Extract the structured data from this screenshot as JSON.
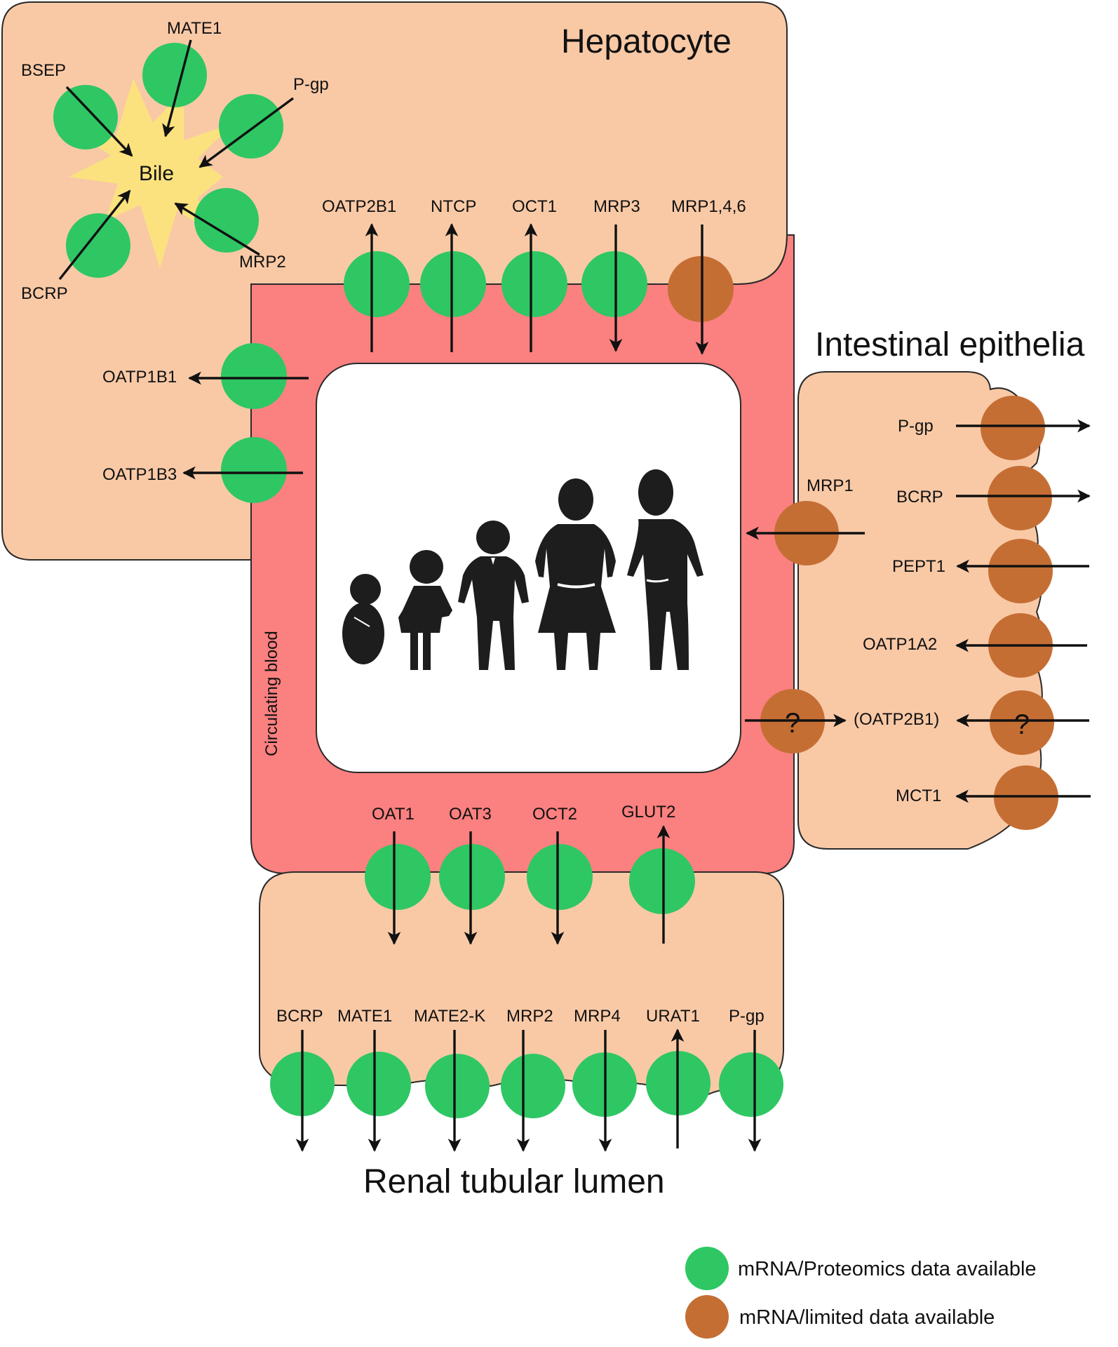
{
  "colors": {
    "cell_fill": "#f9c9a6",
    "blood_fill": "#fb8080",
    "bile_fill": "#fbe27f",
    "data_available": "#2ec764",
    "limited_data": "#c56e34",
    "outline": "#2a2a2a"
  },
  "regions": {
    "hepatocyte": "Hepatocyte",
    "intestinal": "Intestinal epithelia",
    "renal": "Renal tubular lumen",
    "blood": "Circulating blood",
    "bile": "Bile"
  },
  "bile_transporters": [
    {
      "label": "BSEP",
      "status": "data"
    },
    {
      "label": "MATE1",
      "status": "data"
    },
    {
      "label": "P-gp",
      "status": "data"
    },
    {
      "label": "MRP2",
      "status": "data"
    },
    {
      "label": "BCRP",
      "status": "data"
    }
  ],
  "hepatocyte_transporters": [
    {
      "label": "OATP2B1",
      "direction": "into-cell",
      "status": "data"
    },
    {
      "label": "NTCP",
      "direction": "into-cell",
      "status": "data"
    },
    {
      "label": "OCT1",
      "direction": "into-cell",
      "status": "data"
    },
    {
      "label": "MRP3",
      "direction": "into-blood",
      "status": "data"
    },
    {
      "label": "MRP1,4,6",
      "direction": "into-blood",
      "status": "limited"
    },
    {
      "label": "OATP1B1",
      "direction": "into-cell",
      "status": "data"
    },
    {
      "label": "OATP1B3",
      "direction": "into-cell",
      "status": "data"
    }
  ],
  "intestinal_transporters": [
    {
      "label": "MRP1",
      "direction": "into-blood",
      "status": "limited"
    },
    {
      "label": "P-gp",
      "direction": "into-lumen",
      "status": "limited"
    },
    {
      "label": "BCRP",
      "direction": "into-lumen",
      "status": "limited"
    },
    {
      "label": "PEPT1",
      "direction": "into-cell",
      "status": "limited"
    },
    {
      "label": "OATP1A2",
      "direction": "into-cell",
      "status": "limited"
    },
    {
      "label": "(OATP2B1)",
      "direction": "into-cell",
      "status": "limited",
      "marker": "?"
    },
    {
      "label": "MCT1",
      "direction": "into-cell",
      "status": "limited"
    }
  ],
  "renal_basolateral": [
    {
      "label": "OAT1",
      "direction": "into-cell",
      "status": "data"
    },
    {
      "label": "OAT3",
      "direction": "into-cell",
      "status": "data"
    },
    {
      "label": "OCT2",
      "direction": "into-cell",
      "status": "data"
    },
    {
      "label": "GLUT2",
      "direction": "into-blood",
      "status": "data"
    }
  ],
  "renal_apical": [
    {
      "label": "BCRP",
      "direction": "into-lumen",
      "status": "data"
    },
    {
      "label": "MATE1",
      "direction": "into-lumen",
      "status": "data"
    },
    {
      "label": "MATE2-K",
      "direction": "into-lumen",
      "status": "data"
    },
    {
      "label": "MRP2",
      "direction": "into-lumen",
      "status": "data"
    },
    {
      "label": "MRP4",
      "direction": "into-lumen",
      "status": "data"
    },
    {
      "label": "URAT1",
      "direction": "into-cell",
      "status": "data"
    },
    {
      "label": "P-gp",
      "direction": "into-lumen",
      "status": "data"
    }
  ],
  "question_mark": "?",
  "legend": [
    {
      "label": "mRNA/Proteomics data available",
      "status": "data"
    },
    {
      "label": "mRNA/limited data available",
      "status": "limited"
    }
  ]
}
